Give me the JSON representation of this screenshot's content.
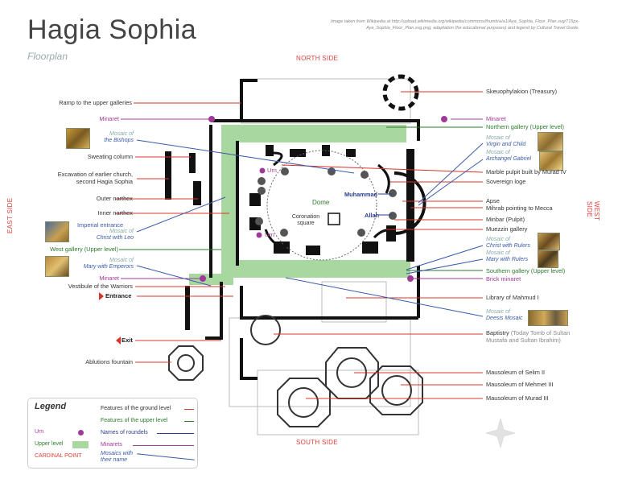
{
  "header": {
    "title": "Hagia Sophia",
    "subtitle": "Floorplan",
    "credit": "Image taken from Wikipedia at http://upload.wikimedia.org/wikipedia/commons/thumb/a/a1/Aya_Sophia_Floor_Plan.svg/715px-Aya_Sophia_Floor_Plan.svg.png, adaptation (for educational purposes) and legend by Cultural Travel Guide."
  },
  "cardinals": {
    "north": "NORTH SIDE",
    "south": "SOUTH SIDE",
    "east": "EAST SIDE",
    "west": "WEST SIDE"
  },
  "plan": {
    "dome": "Dome",
    "coronation": "Coronation square",
    "muhammad": "Muhammad",
    "allah": "Allah",
    "urn1": "Urn",
    "urn2": "Urn"
  },
  "left_labels": {
    "ramp": "Ramp to the upper galleries",
    "minaret_nw": "Minaret",
    "mosaic_bishops_pre": "Mosaic of",
    "mosaic_bishops": "the Bishops",
    "sweating": "Sweating column",
    "excavation1": "Excavation of earlier church,",
    "excavation2": "second Hagia Sophia",
    "outer_narthex": "Outer narthex",
    "inner_narthex": "Inner narthex",
    "imperial_entrance": "Imperial entrance",
    "mosaic_leo_pre": "Mosaic of",
    "mosaic_leo": "Christ with Leo",
    "west_gallery": "West gallery (Upper level)",
    "mosaic_emperors_pre": "Mosaic of",
    "mosaic_emperors": "Mary with Emperors",
    "minaret_sw": "Minaret",
    "vestibule": "Vestibule of the Warriors",
    "entrance": "Entrance",
    "exit": "Exit",
    "ablutions": "Ablutions fountain"
  },
  "right_labels": {
    "skeuophylakion": "Skeuophylakion (Treasury)",
    "minaret_ne": "Minaret",
    "northern_gallery": "Northern gallery (Upper level)",
    "mosaic_virgin_pre": "Mosaic of",
    "mosaic_virgin": "Virgin and Child",
    "mosaic_gabriel_pre": "Mosaic of",
    "mosaic_gabriel": "Archangel Gabriel",
    "marble_pulpit": "Marble pulpit built by Murad IV",
    "sovereign": "Sovereign loge",
    "apse": "Apse",
    "mihrab": "Mihrab pointing to Mecca",
    "minbar": "Minbar (Pulpit)",
    "muezzin": "Muezzin gallery",
    "mosaic_rulers_pre": "Mosaic of",
    "mosaic_rulers": "Christ with Rulers",
    "mosaic_mary_rulers_pre": "Mosaic of",
    "mosaic_mary_rulers": "Mary with Rulers",
    "southern_gallery": "Southern gallery (Upper level)",
    "brick_minaret": "Brick minaret",
    "library": "Library of Mahmud I",
    "mosaic_deesis_pre": "Mosaic of",
    "mosaic_deesis": "Deesis Mosaic",
    "baptistry": "Baptistry",
    "baptistry_note1": "(Today Tomb of Sultan",
    "baptistry_note2": "Mustafa and Sultan Ibrahim)",
    "mausoleum_selim": "Mausoleum of Selim II",
    "mausoleum_mehmet": "Mausoleum of Mehmet III",
    "mausoleum_murad": "Mausoleum of Murad III"
  },
  "legend": {
    "title": "Legend",
    "urn": "Urn",
    "upper_level": "Upper level",
    "cardinal_point": "CARDINAL POINT",
    "ground": "Features of the ground level",
    "upper": "Features of the upper level",
    "roundels": "Names of roundels",
    "minarets": "Minarets",
    "mosaics1": "Mosaics with",
    "mosaics2": "their name"
  },
  "colors": {
    "ground": "#d9342b",
    "upper": "#2c7a2c",
    "roundels": "#2a3d8f",
    "minarets": "#a03a9a",
    "mosaics": "#3a5aa8",
    "gallery_fill": "#a9d7a0"
  }
}
